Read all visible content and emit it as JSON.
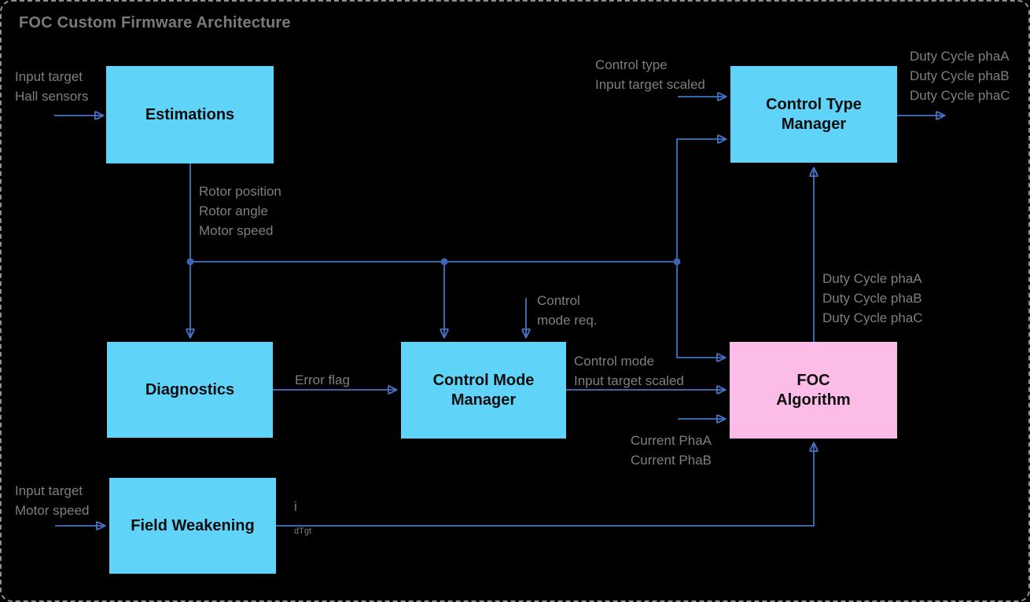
{
  "title": "FOC Custom Firmware Architecture",
  "blocks": {
    "estimations": {
      "line1": "Estimations"
    },
    "control_type_manager": {
      "line1": "Control Type",
      "line2": "Manager"
    },
    "diagnostics": {
      "line1": "Diagnostics"
    },
    "control_mode_manager": {
      "line1": "Control Mode",
      "line2": "Manager"
    },
    "foc_algorithm": {
      "line1": "FOC",
      "line2": "Algorithm"
    },
    "field_weakening": {
      "line1": "Field Weakening"
    }
  },
  "annotations": {
    "estimations_inputs": {
      "line1": "Input target",
      "line2": "Hall sensors"
    },
    "estimations_outputs": {
      "line1": "Rotor position",
      "line2": "Rotor angle",
      "line3": "Motor speed"
    },
    "ctm_inputs": {
      "line1": "Control type",
      "line2": "Input target scaled"
    },
    "ctm_outputs": {
      "line1": "Duty Cycle phaA",
      "line2": "Duty Cycle phaB",
      "line3": "Duty Cycle phaC"
    },
    "cmm_request": {
      "line1": "Control",
      "line2": "mode req."
    },
    "error_flag": {
      "line1": "Error flag"
    },
    "cmm_outputs": {
      "line1": "Control mode",
      "line2": "Input target scaled"
    },
    "foc_currents": {
      "line1": "Current PhaA",
      "line2": "Current PhaB"
    },
    "foc_duty_outputs": {
      "line1": "Duty Cycle phaA",
      "line2": "Duty Cycle phaB",
      "line3": "Duty Cycle phaC"
    },
    "fw_inputs": {
      "line1": "Input target",
      "line2": "Motor speed"
    },
    "fw_output": {
      "base": "i",
      "sub": "dTgt"
    }
  },
  "colors": {
    "background": "#000000",
    "border_dotted_gray": "#8f8f8f",
    "box_cyan": "#5fd4f8",
    "box_pink": "#fbbce8",
    "connector_blue": "#4472c4",
    "arrowhead_blue": "#3b5ead",
    "junction_blue": "#3d64b5",
    "label_gray": "#7f7f7f",
    "title_gray": "#7a7a7a",
    "box_text_black": "#0d0d0d"
  }
}
